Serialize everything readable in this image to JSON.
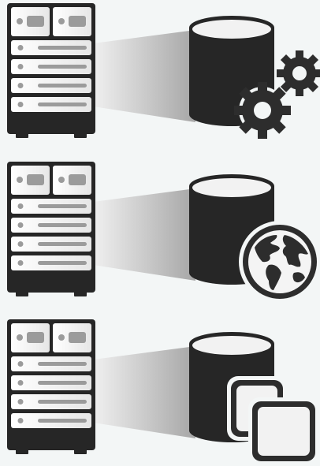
{
  "colors": {
    "background": "#f3f6f6",
    "dark": "#262626",
    "panel_light": "#f4f4f4",
    "button_grey": "#9b9b9b",
    "beam_light": "#f0f0f0",
    "beam_dark": "#aaaaaa",
    "cylinder_top": "#f2f2f2",
    "gear": "#2d2d2d"
  },
  "rows": [
    {
      "id": "database-settings",
      "server_icon": "server-rack-icon",
      "database_icon": "database-icon",
      "badge_icon": "gear-icon"
    },
    {
      "id": "database-global",
      "server_icon": "server-rack-icon",
      "database_icon": "database-icon",
      "badge_icon": "globe-icon"
    },
    {
      "id": "database-copies",
      "server_icon": "server-rack-icon",
      "database_icon": "database-icon",
      "badge_icon": "copy-icon"
    }
  ]
}
